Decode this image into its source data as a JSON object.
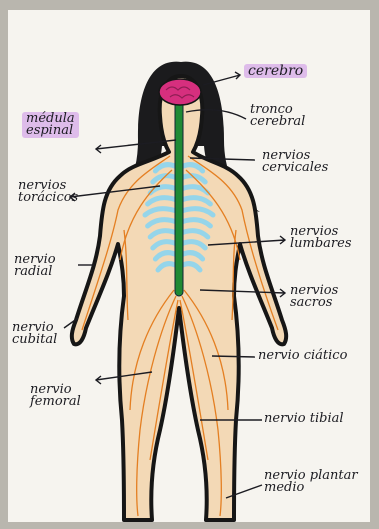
{
  "diagram": {
    "colors": {
      "paper": "#f6f4ef",
      "outline": "#161616",
      "hair": "#1b1b1d",
      "skin": "#f3d9b6",
      "nerves": "#e47f22",
      "ribs": "#95d5ea",
      "spinal_cord": "#1f8a34",
      "brain": "#d62f7e",
      "highlight": "#d6aae8",
      "ink": "#1c1c22"
    },
    "labels": {
      "cerebro": "cerebro",
      "medula": "médula\nespinal",
      "tronco": "tronco\ncerebral",
      "cervicales": "nervios\ncervicales",
      "toracicos": "nervios\ntorácicos",
      "lumbares": "nervios\nlumbares",
      "radial": "nervio\nradial",
      "sacros": "nervios\nsacros",
      "cubital": "nervio\ncubital",
      "ciatico": "nervio ciático",
      "femoral": "nervio\nfemoral",
      "tibial": "nervio tibial",
      "plantar": "nervio plantar\nmedio"
    }
  }
}
